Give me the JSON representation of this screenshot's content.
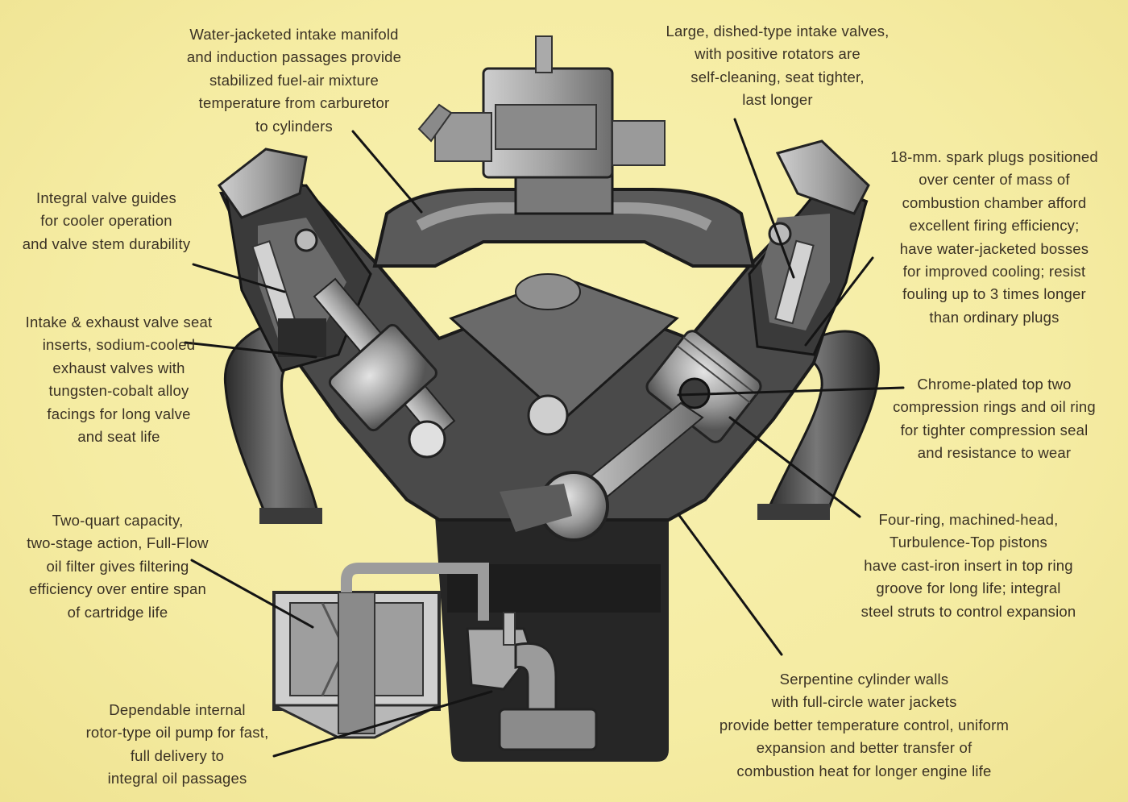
{
  "callouts": {
    "intake_manifold": {
      "lines": [
        "Water-jacketed intake manifold",
        "and induction passages provide",
        "stabilized fuel-air mixture",
        "temperature from carburetor",
        "to cylinders"
      ]
    },
    "intake_valves": {
      "lines": [
        "Large, dished-type intake valves,",
        "with positive rotators are",
        "self-cleaning, seat tighter,",
        "last longer"
      ]
    },
    "spark_plugs": {
      "lines": [
        "18-mm. spark plugs positioned",
        "over center of mass of",
        "combustion chamber afford",
        "excellent firing efficiency;",
        "have water-jacketed bosses",
        "for improved cooling; resist",
        "fouling up to 3 times longer",
        "than ordinary plugs"
      ]
    },
    "valve_guides": {
      "lines": [
        "Integral valve guides",
        "for cooler operation",
        "and valve stem durability"
      ]
    },
    "valve_seat_inserts": {
      "lines": [
        "Intake & exhaust valve seat",
        "inserts, sodium-cooled",
        "exhaust valves with",
        "tungsten-cobalt alloy",
        "facings for long valve",
        "and seat life"
      ]
    },
    "piston_rings": {
      "lines": [
        "Chrome-plated top two",
        "compression rings and oil ring",
        "for tighter compression seal",
        "and resistance to wear"
      ]
    },
    "oil_filter": {
      "lines": [
        "Two-quart capacity,",
        "two-stage action, Full-Flow",
        "oil filter gives filtering",
        "efficiency over entire span",
        "of cartridge life"
      ]
    },
    "pistons": {
      "lines": [
        "Four-ring, machined-head,",
        "Turbulence-Top pistons",
        "have cast-iron insert in top ring",
        "groove for long life; integral",
        "steel struts to control expansion"
      ]
    },
    "oil_pump": {
      "lines": [
        "Dependable internal",
        "rotor-type oil pump for fast,",
        "full delivery to",
        "integral oil passages"
      ]
    },
    "cylinder_walls": {
      "lines": [
        "Serpentine cylinder walls",
        "with full-circle water jackets",
        "provide better temperature control, uniform",
        "expansion and better transfer of",
        "combustion heat for longer engine life"
      ]
    }
  }
}
